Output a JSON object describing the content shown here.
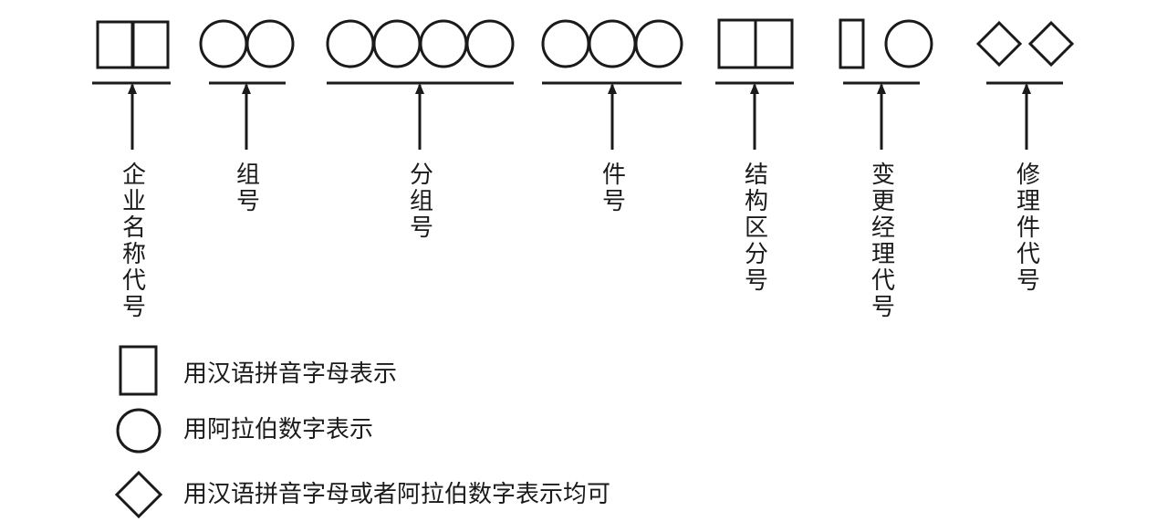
{
  "groups": [
    {
      "shapes": [
        "square",
        "square"
      ],
      "label": "企业名称代号"
    },
    {
      "shapes": [
        "circle",
        "circle"
      ],
      "label": "组号"
    },
    {
      "shapes": [
        "circle",
        "circle",
        "circle",
        "circle"
      ],
      "label": "分组号"
    },
    {
      "shapes": [
        "circle",
        "circle",
        "circle"
      ],
      "label": "件号"
    },
    {
      "shapes": [
        "square",
        "square"
      ],
      "label": "结构区分号"
    },
    {
      "shapes": [
        "square",
        "circle"
      ],
      "label": "变更经理代号"
    },
    {
      "shapes": [
        "diamond",
        "diamond"
      ],
      "label": "修理件代号"
    }
  ],
  "legend": [
    {
      "shape": "square",
      "text": "用汉语拼音字母表示"
    },
    {
      "shape": "circle",
      "text": "用阿拉伯数字表示"
    },
    {
      "shape": "diamond",
      "text": "用汉语拼音字母或者阿拉伯数字表示均可"
    }
  ],
  "colors": {
    "stroke": "#1a1a1a",
    "background": "#ffffff"
  }
}
